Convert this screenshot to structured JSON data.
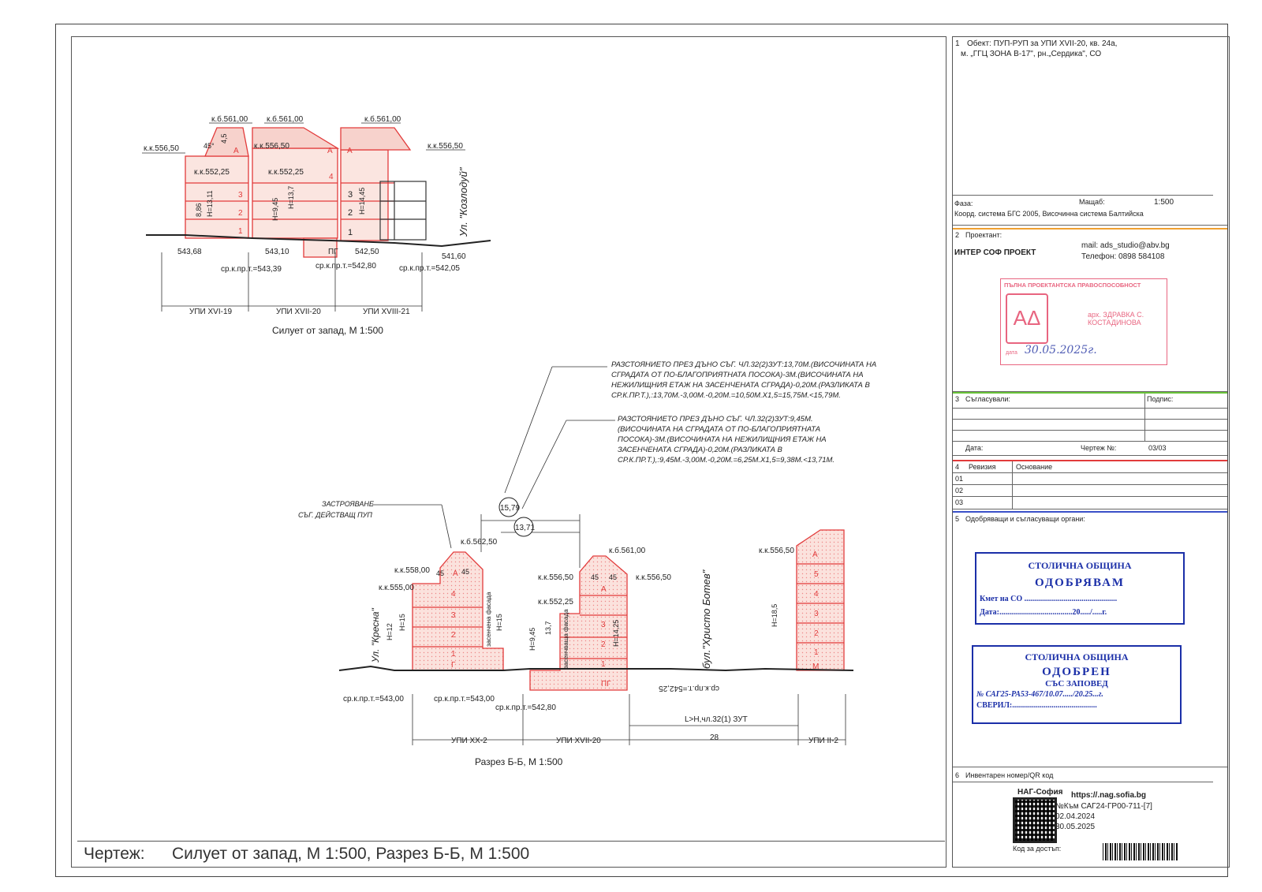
{
  "title_block": {
    "s1_num": "1",
    "object_line1": "Обект: ПУП-РУП за УПИ XVII-20, кв. 24а,",
    "object_line2": "м. „ГГЦ ЗОНА В-17\", рн.„Сердика\", СО",
    "phase_label": "Фаза:",
    "scale_label": "Мащаб:",
    "scale_value": "1:500",
    "coord_system": "Коорд. система БГС 2005, Височинна система Балтийска",
    "s2_num": "2",
    "designer_label": "Проектант:",
    "designer_name": "ИНТЕР СОФ ПРОЕКТ",
    "designer_mail": "mail: ads_studio@abv.bg",
    "designer_phone": "Телефон: 0898 584108",
    "cap_stamp_title": "ПЪЛНА ПРОЕКТАНТСКА ПРАВОСПОСОБНОСТ",
    "cap_stamp_name": "арх. ЗДРАВКА С. КОСТАДИНОВА",
    "cap_stamp_date_label": "дата",
    "cap_stamp_date": "30.05.2025г.",
    "s3_num": "3",
    "agreed_label": "Съгласували:",
    "sign_label": "Подпис:",
    "date_label": "Дата:",
    "drawing_no_label": "Чертеж №:",
    "drawing_no": "03/03",
    "s4_num": "4",
    "revision_label": "Ревизия",
    "reason_label": "Основание",
    "revisions": [
      "01",
      "02",
      "03"
    ],
    "s5_num": "5",
    "approvers_label": "Одобряващи и съгласуващи органи:",
    "stamp1_org": "СТОЛИЧНА ОБЩИНА",
    "stamp1_word": "ОДОБРЯВАМ",
    "stamp1_mayor": "Кмет на СО ...............................................",
    "stamp1_date": "Дата:.....................................20...../.....г.",
    "stamp2_org": "СТОЛИЧНА ОБЩИНА",
    "stamp2_word": "ОДОБРЕН",
    "stamp2_sub": "СЪС ЗАПОВЕД",
    "stamp2_no": "№ САГ25-РА53-467/10.07...../20.25...г.",
    "stamp2_check": "СВЕРИЛ:...........................................",
    "s6_num": "6",
    "inventory_label": "Инвентарен номер/QR код",
    "nag_title": "НАГ-София",
    "nag_url": "https://.nag.sofia.bg",
    "nag_no": "№Към САГ24-ГР00-711-[7]",
    "nag_date1": "02.04.2024",
    "nag_date2": "30.05.2025",
    "access_code": "Код за достъп:"
  },
  "drawing_title": {
    "label": "Чертеж:",
    "text": "Силует от запад, М 1:500, Разрез Б-Б, М 1:500"
  },
  "notes": {
    "note1": "РАЗСТОЯНИЕТО ПРЕЗ ДЪНО СЪГ. ЧЛ.32(2)ЗУТ:13,70м.(ВИСОЧИНАТА НА СГРАДАТА ОТ ПО-БЛАГОПРИЯТНАТА ПОСОКА)-3м.(ВИСОЧИНАТА НА НЕЖИЛИЩНИЯ ЕТАЖ НА ЗАСЕНЧЕНАТА СГРАДА)-0,20м.(РАЗЛИКАТА В СР.К.ПР.Т.),:13,70м.-3,00м.-0,20м.=10,50м.х1,5=15,75м.<15,79м.",
    "note2": "РАЗСТОЯНИЕТО ПРЕЗ ДЪНО СЪГ. ЧЛ.32(2)ЗУТ:9,45м.(ВИСОЧИНАТА НА СГРАДАТА ОТ ПО-БЛАГОПРИЯТНАТА ПОСОКА)-3м.(ВИСОЧИНАТА НА НЕЖИЛИЩНИЯ ЕТАЖ НА ЗАСЕНЧЕНАТА СГРАДА)-0,20м.(РАЗЛИКАТА В СР.К.ПР.Т.),:9,45м.-3,00м.-0,20м.=6,25м.х1,5=9,38м.<13,71м.",
    "existing_line1": "ЗАСТРОЯВАНЕ",
    "existing_line2": "СЪГ. ДЕЙСТВАЩ ПУП"
  },
  "west": {
    "caption": "Силует от запад, М 1:500",
    "street": "Ул. \"Козлодуй\"",
    "kk_6561_a": "к.б.561,00",
    "kk_6561_b": "к.б.561,00",
    "kk_6561_c": "к.б.561,00",
    "kk_5565_a": "к.к.556,50",
    "kk_5565_b": "к.к.556,50",
    "kk_5565_c": "к.к.556,50",
    "kk_55225_a": "к.к.552,25",
    "kk_55225_b": "к.к.552,25",
    "h1311": "Н=13,11",
    "h886": "8,86",
    "h945": "Н=9,45",
    "h137": "Н=13,7",
    "h1445": "Н=14,45",
    "g54368": "543,68",
    "g54310": "543,10",
    "g54250": "542,50",
    "g54160": "541,60",
    "sr1": "ср.к.пр.т.=543,39",
    "sr2": "ср.к.пр.т.=542,80",
    "sr3": "ср.к.пр.т.=542,05",
    "upi1": "УПИ XVI-19",
    "upi2": "УПИ XVII-20",
    "upi3": "УПИ XVIII-21",
    "pg": "ПГ",
    "a": "А",
    "deg45": "45°",
    "d45": "4,5",
    "f1": "1",
    "f2": "2",
    "f3": "3",
    "f4": "4"
  },
  "section": {
    "caption": "Разрез Б-Б, М 1:500",
    "street_kresna": "Ул. \"Кресна\"",
    "street_botev": "бул.\"Христо Ботев\"",
    "dim1579": "15,79",
    "dim1371": "13,71",
    "kk_56250": "к.б.562,50",
    "kk_55800": "к.к.558,00",
    "kk_55500": "к.к.555,00",
    "kk_6561": "к.б.561,00",
    "kk_5565_a": "к.к.556,50",
    "kk_5565_b": "к.к.556,50",
    "kk_5565_c": "к.к.556,50",
    "kk_55225": "к.к.552,25",
    "h12": "Н=12",
    "h15a": "Н=15",
    "h15b": "Н=15",
    "h945": "Н=9,45",
    "h137": "13,7",
    "h1425": "Н=14,25",
    "h185": "Н=18,5",
    "shaded": "засенчена фасада",
    "shading": "засенчваща фасада",
    "sr1": "ср.к.пр.т.=543,00",
    "sr2": "ср.к.пр.т.=543,00",
    "sr3": "ср.к.пр.т.=542,80",
    "sr4": "ср.к.пр.т.=542,25",
    "rule": "L>H,чл.32(1) ЗУТ",
    "dist28": "28",
    "upi1": "УПИ XX-2",
    "upi2": "УПИ XVII-20",
    "upi3": "УПИ II-2",
    "deg45": "45",
    "a": "А",
    "g": "Г",
    "pg": "ПГ",
    "m": "М",
    "f1": "1",
    "f2": "2",
    "f3": "3",
    "f4": "4",
    "f5": "5"
  },
  "colors": {
    "red": "#e23b3b",
    "blue": "#1b2fa8",
    "pink": "#f7d2cc"
  }
}
